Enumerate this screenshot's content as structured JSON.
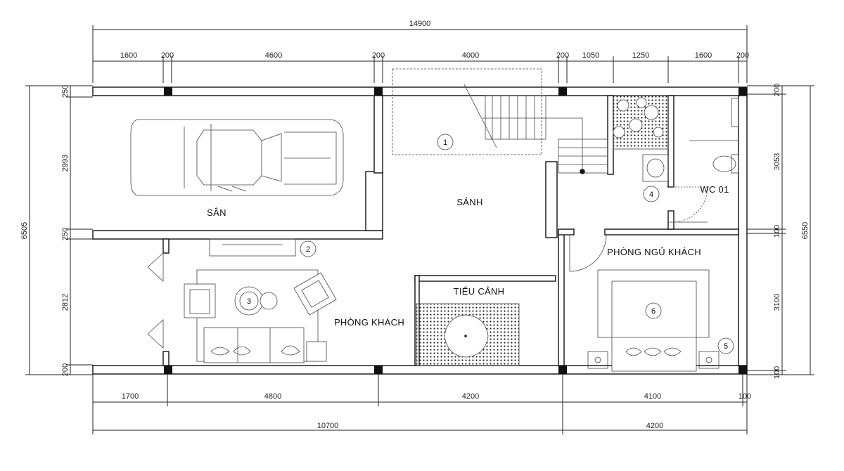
{
  "dimensions": {
    "top_total": "14900",
    "top_segments": [
      "1600",
      "200",
      "4600",
      "200",
      "4000",
      "200",
      "1050",
      "1250",
      "1600",
      "200"
    ],
    "bottom_segments": [
      "1700",
      "4800",
      "4200",
      "4100",
      "100"
    ],
    "bottom_totals": [
      "10700",
      "4200"
    ],
    "left_total": "6505",
    "left_segments": [
      "250",
      "2993",
      "250",
      "2812",
      "200"
    ],
    "right_total": "6550",
    "right_segments": [
      "200",
      "3053",
      "100",
      "3100",
      "100"
    ]
  },
  "rooms": {
    "san": "SÂN",
    "sanh": "SẢNH",
    "wc": "WC 01",
    "phong_ngu_khach": "PHÒNG NGỦ KHÁCH",
    "tieu_canh": "TIỂU CẢNH",
    "phong_khach": "PHÒNG KHÁCH"
  },
  "markers": [
    "1",
    "2",
    "3",
    "4",
    "5",
    "6"
  ],
  "colors": {
    "line": "#222222",
    "column": "#111111",
    "background": "#ffffff"
  }
}
